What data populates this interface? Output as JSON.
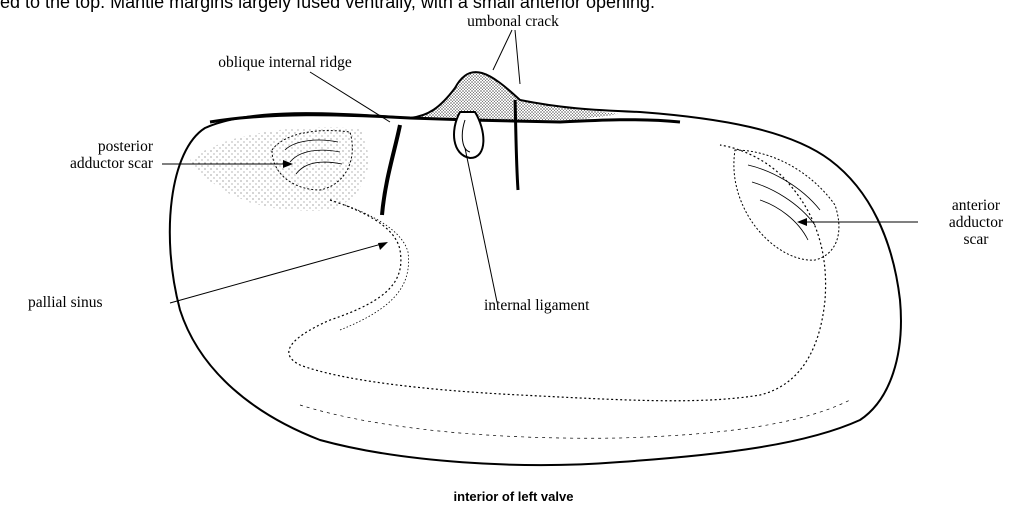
{
  "top_text": "ed to the top. Mantle margins largely fused ventrally, with a small anterior opening.",
  "labels": {
    "umbonal_crack": "umbonal crack",
    "oblique_internal_ridge": "oblique internal ridge",
    "posterior_adductor_scar": [
      "posterior",
      "adductor scar"
    ],
    "anterior_adductor_scar": [
      "anterior",
      "adductor",
      "scar"
    ],
    "pallial_sinus": "pallial sinus",
    "internal_ligament": "internal ligament"
  },
  "caption": "interior of left valve"
}
